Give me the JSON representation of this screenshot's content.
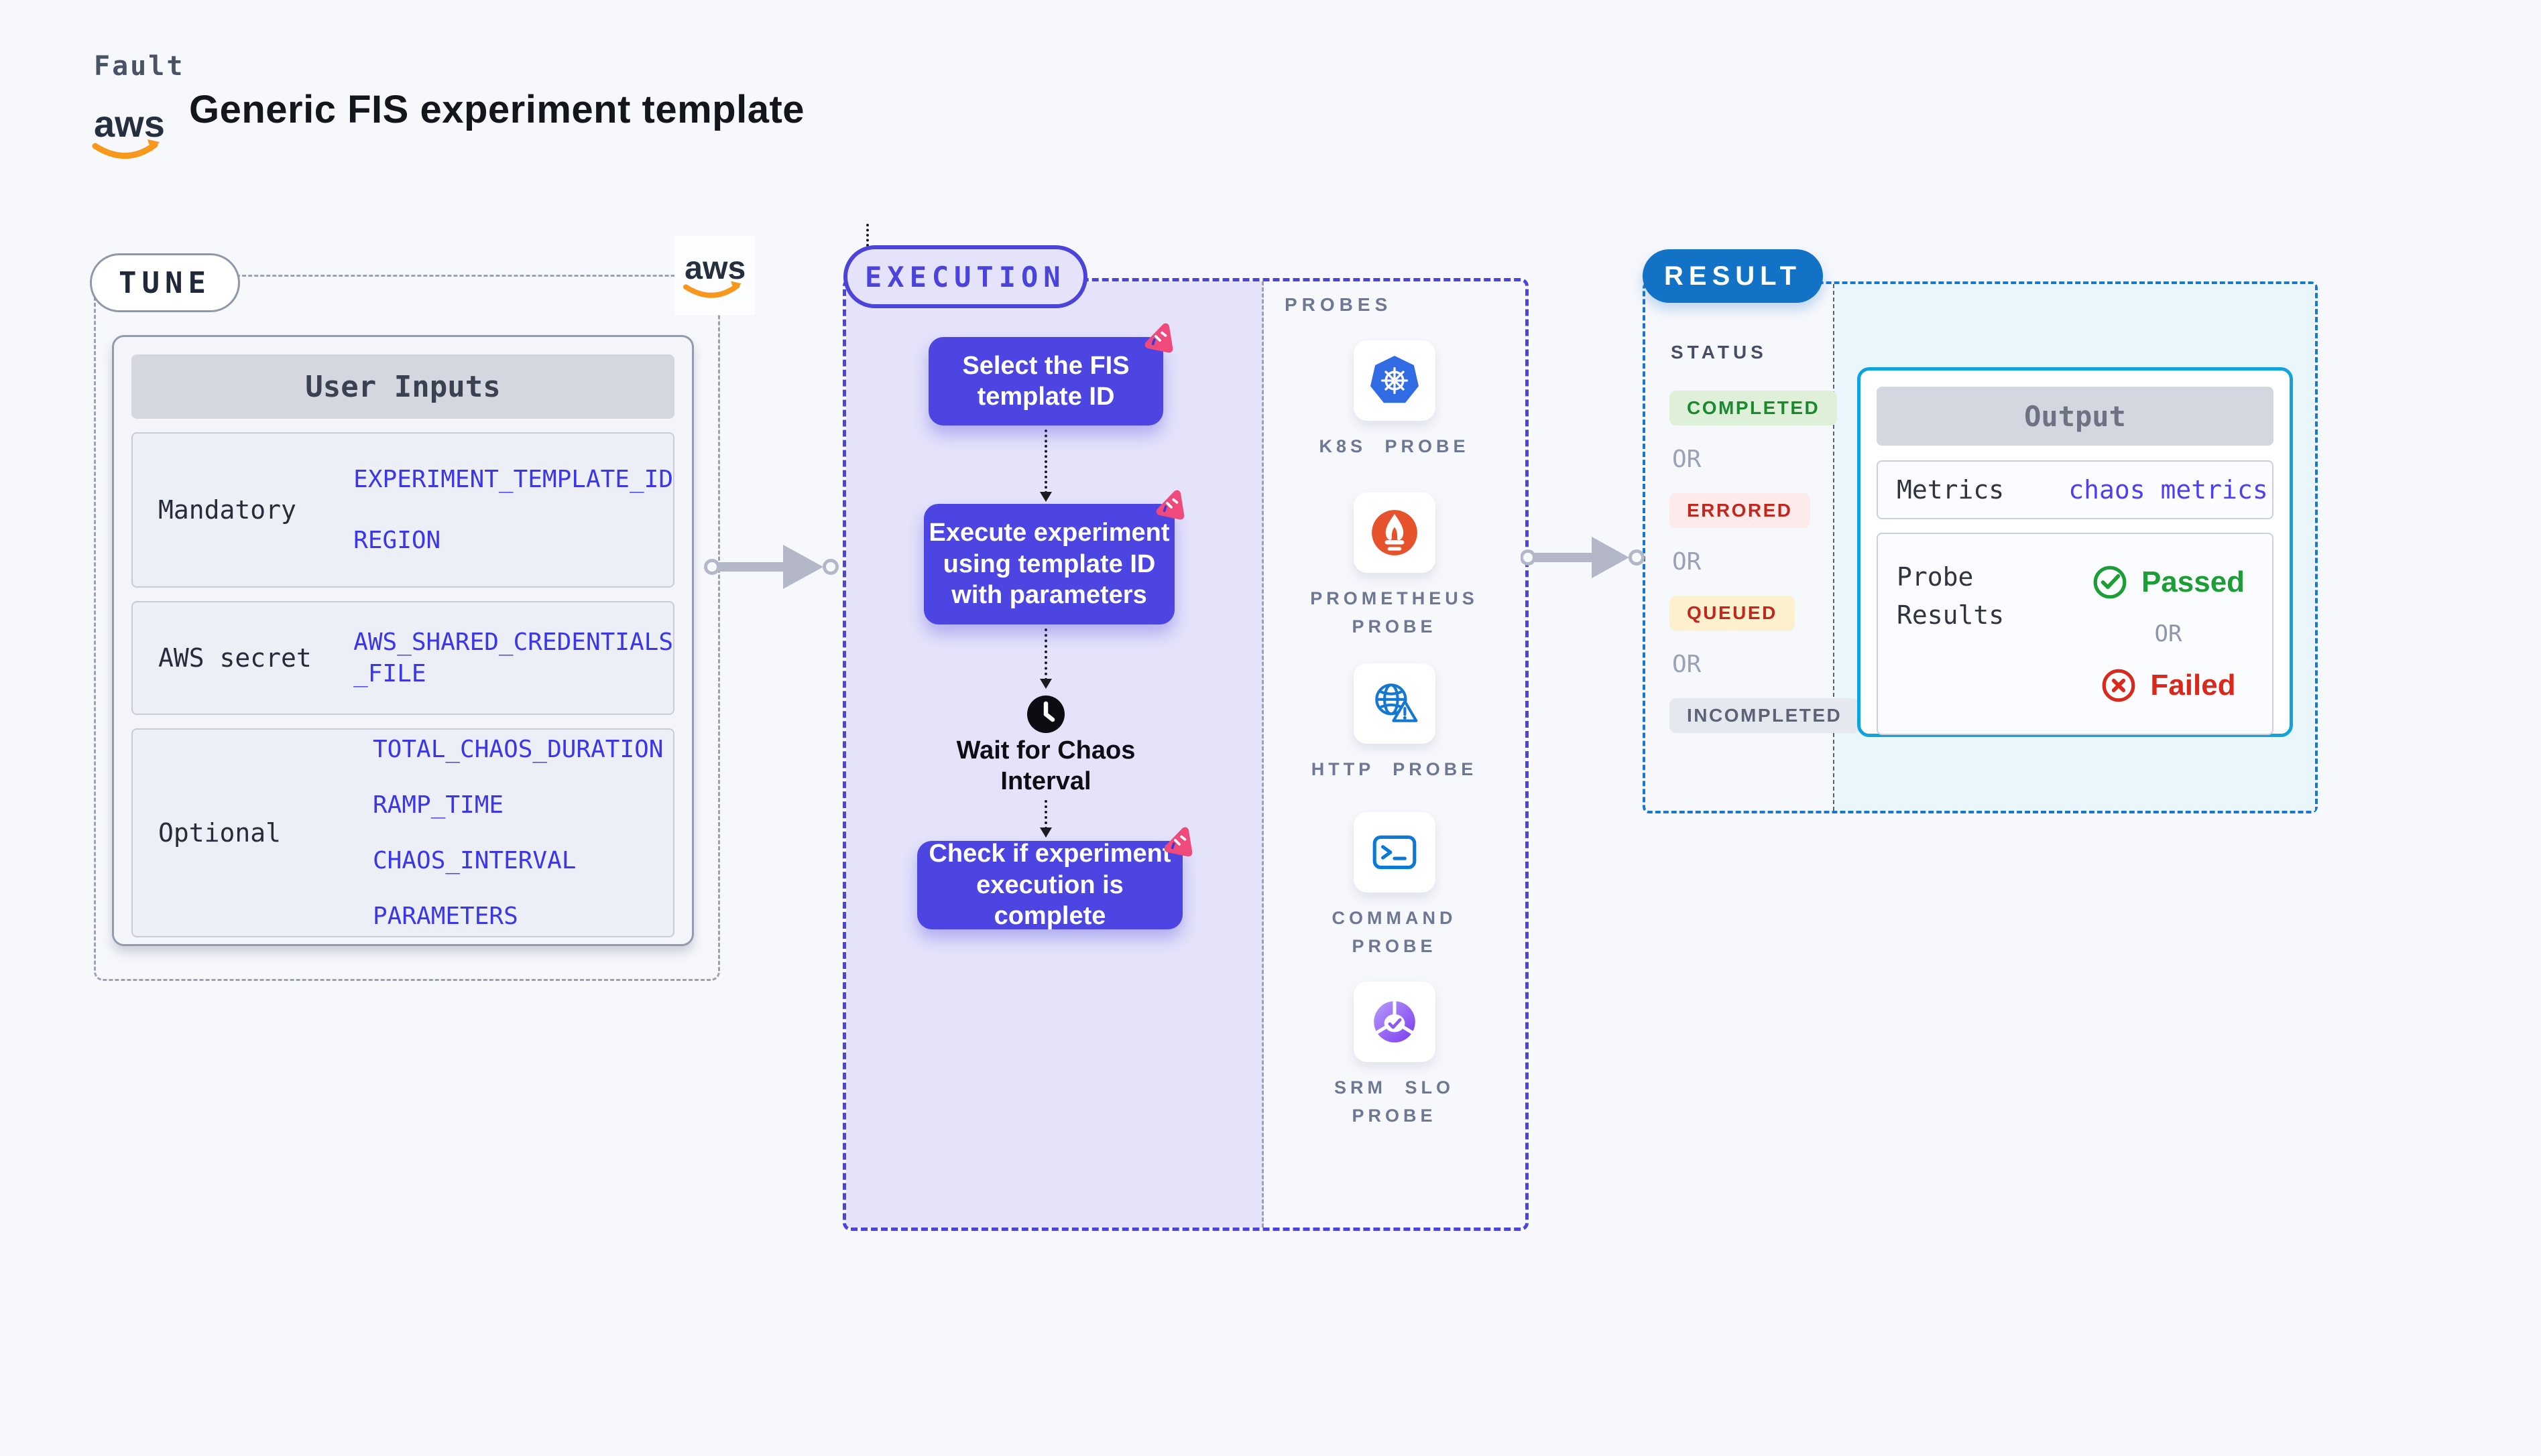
{
  "header": {
    "app_label": "Fault",
    "title": "Generic FIS experiment template",
    "aws_logo": "aws"
  },
  "tune": {
    "label": "TUNE",
    "aws_logo": "aws",
    "card": {
      "header": "User Inputs",
      "rows": [
        {
          "label": "Mandatory",
          "values": [
            "EXPERIMENT_TEMPLATE_ID",
            "REGION"
          ]
        },
        {
          "label": "AWS secret",
          "values": [
            "AWS_SHARED_CREDENTIALS",
            "_FILE"
          ]
        },
        {
          "label": "Optional",
          "values": [
            "TOTAL_CHAOS_DURATION",
            "RAMP_TIME",
            "CHAOS_INTERVAL",
            "PARAMETERS"
          ]
        }
      ]
    }
  },
  "execution": {
    "label": "EXECUTION",
    "steps": [
      {
        "lines": [
          "Select the FIS",
          "template ID"
        ]
      },
      {
        "lines": [
          "Execute experiment",
          "using template ID",
          "with parameters"
        ]
      },
      {
        "lines": [
          "Check if experiment",
          "execution is complete"
        ]
      }
    ],
    "wait_step": {
      "icon": "clock-icon",
      "lines": [
        "Wait for Chaos",
        "Interval"
      ]
    }
  },
  "probes": {
    "label": "PROBES",
    "items": [
      {
        "icon": "kubernetes-icon",
        "label": "K8S PROBE"
      },
      {
        "icon": "prometheus-icon",
        "label": "PROMETHEUS PROBE"
      },
      {
        "icon": "http-globe-icon",
        "label": "HTTP PROBE"
      },
      {
        "icon": "terminal-icon",
        "label": "COMMAND PROBE"
      },
      {
        "icon": "srm-slo-icon",
        "label": "SRM SLO PROBE"
      }
    ]
  },
  "result": {
    "label": "RESULT",
    "status": {
      "label": "STATUS",
      "or_label": "OR",
      "badges": [
        {
          "text": "COMPLETED",
          "type": "completed"
        },
        {
          "text": "ERRORED",
          "type": "errored"
        },
        {
          "text": "QUEUED",
          "type": "queued"
        },
        {
          "text": "INCOMPLETED",
          "type": "incompleted"
        }
      ]
    },
    "output": {
      "header": "Output",
      "metrics_label": "Metrics",
      "metrics_value": "chaos metrics",
      "probe_results_label": "Probe Results",
      "or_label": "OR",
      "passed_label": "Passed",
      "failed_label": "Failed"
    }
  },
  "colors": {
    "background": "#f7f8fc",
    "indigo_border": "#4b43da",
    "step_box": "#4c45e1",
    "lavender_panel": "#e4e3fa",
    "pink_accent": "#f0497b",
    "result_blue": "#1273c6",
    "cyan_border": "#12a3db",
    "green": "#1b9e35",
    "red": "#d7291c",
    "value_blue": "#3b36e9",
    "k8s_blue": "#326ce5",
    "prometheus_orange": "#e6522c",
    "http_blue": "#1478d2",
    "srm_purple": "#7b3bed",
    "arrow_gray": "#b4b7c8",
    "aws_orange": "#f7981d",
    "aws_navy": "#252f3e"
  }
}
